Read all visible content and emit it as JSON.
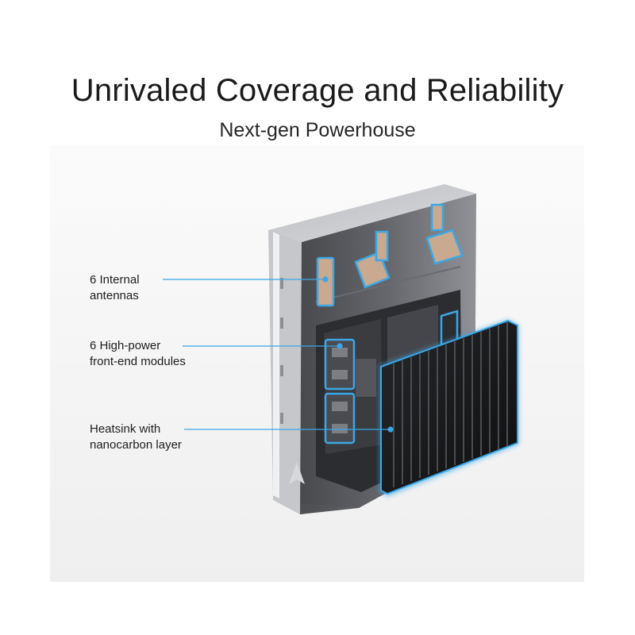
{
  "header": {
    "title": "Unrivaled Coverage and Reliability",
    "subtitle": "Next-gen Powerhouse"
  },
  "callouts": [
    {
      "label": "6 Internal\nantennas"
    },
    {
      "label": "6 High-power\nfront-end modules"
    },
    {
      "label": "Heatsink with\nnanocarbon layer"
    }
  ],
  "colors": {
    "accent": "#3ba7e6",
    "chassis": "#2a2b2e",
    "heatsink": "#141517",
    "background": "#f3f3f3"
  },
  "icons": [
    "device-cutaway",
    "heatsink-fins",
    "antenna-module",
    "logo-mark"
  ]
}
